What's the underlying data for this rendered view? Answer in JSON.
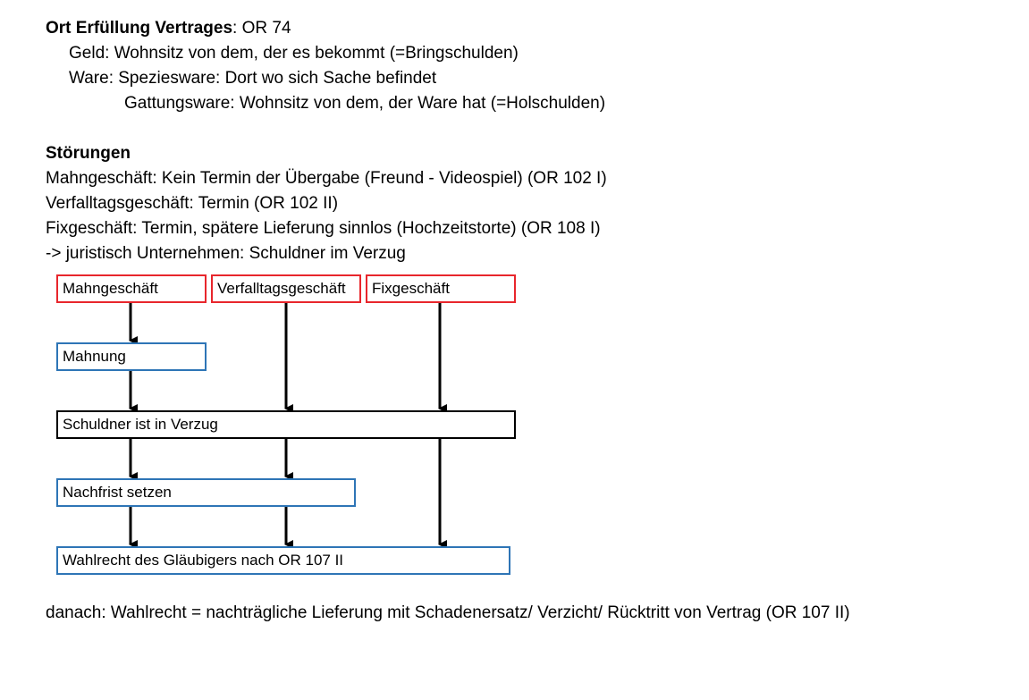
{
  "colors": {
    "red_box": "#e8262c",
    "blue_box": "#2e75b6",
    "black_box": "#000000",
    "arrow": "#000000"
  },
  "section1": {
    "heading_bold": "Ort Erfüllung Vertrages",
    "heading_rest": ": OR 74",
    "geld": "Geld: Wohnsitz von dem, der es bekommt (=Bringschulden)",
    "ware": "Ware: Speziesware: Dort wo sich Sache befindet",
    "gattung": "Gattungsware: Wohnsitz von dem, der Ware hat (=Holschulden)"
  },
  "section2": {
    "heading": "Störungen",
    "lines": [
      "Mahngeschäft: Kein Termin der Übergabe (Freund - Videospiel) (OR 102 I)",
      "Verfalltagsgeschäft: Termin (OR 102 II)",
      "Fixgeschäft: Termin, spätere Lieferung sinnlos (Hochzeitstorte) (OR 108 I)",
      "-> juristisch Unternehmen: Schuldner im Verzug"
    ]
  },
  "diagram": {
    "mahngeschaeft": "Mahngeschäft",
    "verfalltagsgeschaeft": "Verfalltagsgeschäft",
    "fixgeschaeft": "Fixgeschäft",
    "mahnung": "Mahnung",
    "verzug": "Schuldner ist in Verzug",
    "nachfrist": "Nachfrist setzen",
    "wahlrecht": "Wahlrecht des Gläubigers nach OR 107 II"
  },
  "footer": "danach: Wahlrecht = nachträgliche Lieferung mit Schadenersatz/ Verzicht/ Rücktritt von Vertrag (OR 107 II)"
}
